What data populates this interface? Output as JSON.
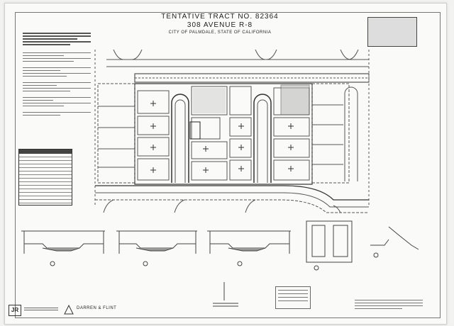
{
  "title": {
    "line1": "TENTATIVE TRACT NO. 82364",
    "line2": "308 AVENUE R-8",
    "line3": "CITY OF PALMDALE, STATE OF CALIFORNIA"
  },
  "logo": {
    "text": "JR"
  },
  "firm": {
    "name": "DARREN & FLINT"
  }
}
